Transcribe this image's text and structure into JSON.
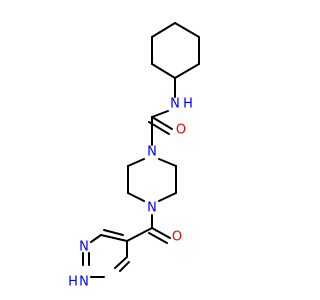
{
  "molecule": {
    "colors": {
      "carbon_bond": "#000000",
      "nitrogen": "#0000ff",
      "oxygen": "#ff0000",
      "background": "#ffffff"
    },
    "atoms": {
      "amide_n": "N",
      "amide_h": "H",
      "urea_o": "O",
      "pip_n1": "N",
      "pip_n4": "N",
      "ketone_o": "O",
      "pyrazole_n1": "N",
      "pyrazole_n2": "N",
      "pyrazole_h": "H"
    }
  }
}
